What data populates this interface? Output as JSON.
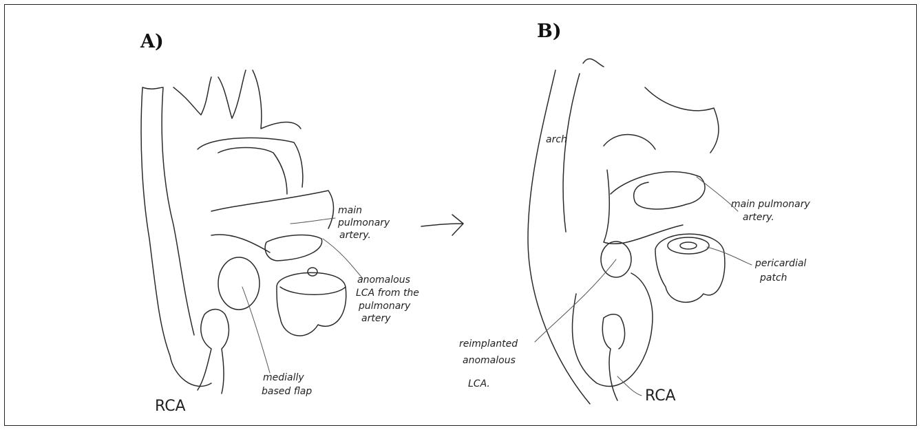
{
  "panels": {
    "a": {
      "label": "A)",
      "annotations": {
        "main_pa": [
          "main",
          "pulmonary",
          "artery."
        ],
        "anomalous": [
          "anomalous",
          "LCA from the",
          "pulmonary",
          "artery"
        ],
        "flap": [
          "medially",
          "based flap"
        ],
        "rca": "RCA"
      }
    },
    "b": {
      "label": "B)",
      "annotations": {
        "arch": "arch",
        "main_pa": [
          "main pulmonary",
          "artery."
        ],
        "patch": [
          "pericardial",
          "patch"
        ],
        "reimplanted": [
          "reimplanted",
          "anomalous",
          "LCA."
        ],
        "rca": "RCA"
      }
    }
  },
  "colors": {
    "ink": "#2a2a2a",
    "border": "#222222",
    "background": "#ffffff"
  }
}
